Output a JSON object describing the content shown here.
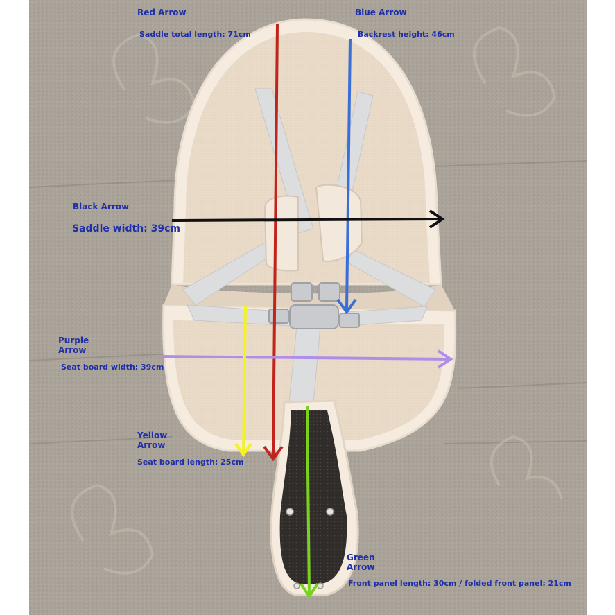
{
  "annotations": {
    "red": {
      "name": "Red Arrow",
      "measure": "Saddle total length: 71cm",
      "color": "#c0241c"
    },
    "blue": {
      "name": "Blue Arrow",
      "measure": "Backrest height: 46cm",
      "color": "#3a6fd6"
    },
    "black": {
      "name": "Black Arrow",
      "measure": "Saddle width: 39cm",
      "color": "#111111"
    },
    "purple": {
      "name": "Purple Arrow",
      "measure": "Seat board width: 39cm",
      "color": "#b08ee8"
    },
    "yellow": {
      "name": "Yellow Arrow",
      "measure": "Seat board length: 25cm",
      "color": "#f2f226"
    },
    "green": {
      "name": "Green Arrow",
      "measure": "Front panel length: 30cm / folded front panel: 21cm",
      "color": "#7ad11e"
    }
  },
  "colors": {
    "ground": "#a9a399",
    "seat_cushion": "#ecdccb",
    "seat_edge": "#f6ece0",
    "harness": "#dcdddf",
    "front_panel": "#2f2c2a",
    "label_text": "#1f2fa8"
  },
  "icons": {
    "buckle": "buckle-icon",
    "snap": "snap-button-icon"
  }
}
